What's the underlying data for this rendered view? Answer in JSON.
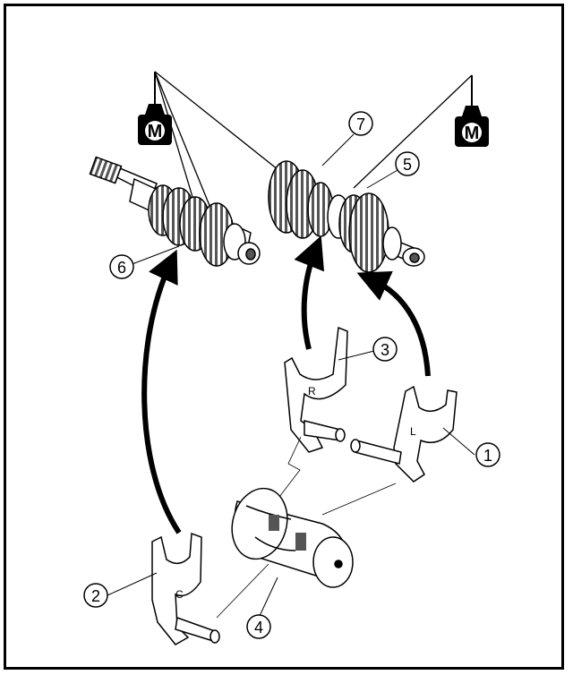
{
  "callouts": [
    "1",
    "2",
    "3",
    "4",
    "5",
    "6",
    "7"
  ],
  "fork_letters": {
    "left": "L",
    "center": "C",
    "right": "R"
  },
  "oil_symbol": "M",
  "colors": {
    "ink": "#000000",
    "paper": "#ffffff",
    "shade": "#d8d8d8"
  }
}
